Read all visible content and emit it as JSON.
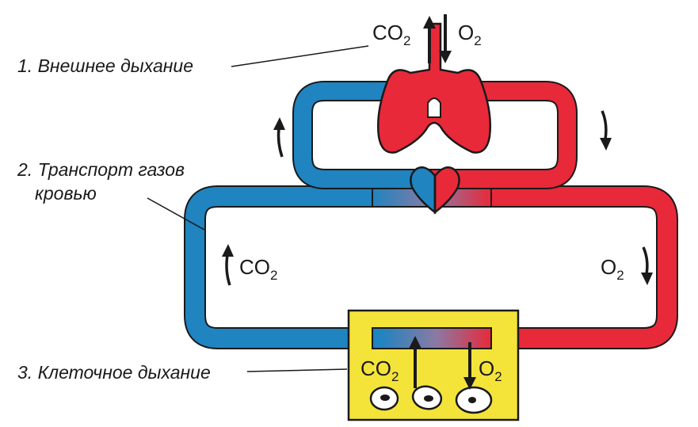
{
  "labels": {
    "external": "1. Внешнее дыхание",
    "transport_line1": "2. Транспорт газов",
    "transport_line2": "кровью",
    "cellular": "3. Клеточное дыхание"
  },
  "gases": {
    "co2_base": "CO",
    "co2_sub": "2",
    "o2_base": "O",
    "o2_sub": "2"
  },
  "colors": {
    "venous_blue": "#1f84c0",
    "arterial_red": "#e8293a",
    "tissue_yellow": "#f4e43a",
    "arrow_dark": "#1a1a1a"
  }
}
